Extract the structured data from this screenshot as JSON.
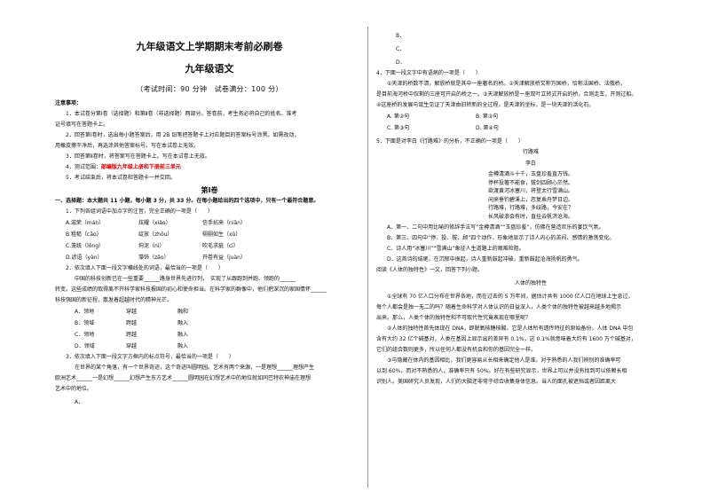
{
  "header": {
    "title": "九年级语文上学期期末考前必刷卷",
    "subtitle": "九年级语文",
    "info": "（考试时间：90 分钟　试卷满分：100 分）"
  },
  "notes": {
    "heading": "注意事项：",
    "n1a": "1．本试卷分第Ⅰ卷（选择题）和第Ⅱ卷（非选择题）两部分。答卷前，考生务必将自己的姓名、准考",
    "n1b": "证号填写在答题卡上。",
    "n2a": "2．回答第Ⅰ卷时，选出每小题答案后，用 2B 铅笔把答题卡上对应题目的答案标号涂黑。如需改动，",
    "n2b": "用橡皮擦干净后，再选涂其他答案标号。写在本试卷上无效。",
    "n3": "3．回答第Ⅱ卷时，将答案写在答题卡上。写在本试卷上无效。",
    "n4_prefix": "4．测试范围：",
    "n4_red": "部编版九年级上册和下册前三单元",
    "n5": "5．考试结束后，将本试卷和答题卡一并交回。"
  },
  "part1": {
    "label": "第Ⅰ卷",
    "instruction": "一、选择题：本大题共 11 小题，每小题 3 分，共 33 分。在每小题给出的四个选项中，只有一个最符合题意。"
  },
  "q1": {
    "stem": "1．下列各组词语中加点字的注音，完全正确的一项是（　　）",
    "options": [
      [
        "A.滋荣（mán）",
        "炫耀（xiǎo）",
        "信手拈来（niān）"
      ],
      [
        "B.粗糙（cāo）",
        "绽放（zhōu）",
        "栩栩如生（xǔ）"
      ],
      [
        "C.笼统（lǒng）",
        "拘泥（nì）",
        "吹毛求疵（cī）"
      ],
      [
        "D.谚语（yàn）",
        "藻饰（zǎo）",
        "开卷有益（juàn）"
      ]
    ]
  },
  "q2": {
    "stem": "2．依次填入下面一段文字横线处的词语，最恰当的一项是（　　）",
    "p1": "中国的科技创新已在一些重要______路身世界先进行列，　实现了从跟跑到并跑、领跑的______",
    "p2": "转变。这些成绩的取得离不开科学家科技报国的初心和使命担当。在科学家的群像中，他们把深沉的家国情怀______",
    "p3": "科技强国的新征程，散发着超越时代的精神光芒。",
    "options": [
      [
        "A．领地",
        "穿越",
        "融和"
      ],
      [
        "B．领域",
        "跨越",
        "融入"
      ],
      [
        "C．领地",
        "跨越",
        "融入"
      ],
      [
        "D．领域",
        "穿越",
        "融入"
      ]
    ]
  },
  "q3": {
    "stem": "3．依次填入下面一段文字方框内的标点符号，最恰当的一项是（　　）",
    "p1": "在世界的某个角落，有一个世界奇迹，这个奇迹叫圆明园。艺术有两个来源，一是理想______理想产生",
    "p2": "欧洲艺术______一是幻想______幻想产生东方艺术______圆明园在幻想艺术中的地位就如同巴特农神庙在理想",
    "p3": "艺术中的地位。",
    "a": "A．",
    "b": "B．",
    "c": "C．",
    "d": "D．"
  },
  "q4": {
    "stem": "4．下面一段文字中有语病的一项是（　　）",
    "p1": "①天津的桥数不清，解放桥就是其中一座著名的桥。②天津解放桥又称万国桥，恰称法国桥、法俄桥，",
    "p2": "是目前海河桥中仅剩的三座可开启的桥之一。③天津解放桥是一座双叶立转式开启的桥，合则走车，开则过船。",
    "p3": "④这座桥的发展与诞生见证了天津由旧转新的全过程，是天津的坐标，是一块天津的活化石。",
    "options": [
      [
        "A. 第②句",
        "B. 第②句"
      ],
      [
        "C. 第③句",
        "D. 第④句"
      ]
    ]
  },
  "q5": {
    "stem": "5．下面是对李白《行路难》的分析，不正确的一项是（　　）",
    "poem_title": "行路难",
    "poem_author": "李白",
    "lines": [
      "金樽清酒斗十千，玉盘珍羞直万钱。",
      "停杯投箸不能食，拔剑四顾心茫然。",
      "欲渡黄河冰塞川，将登太行雪满山。",
      "闲来垂钓碧溪上，忽复乘舟梦日边。",
      "行路难，行路难，多歧路，今安在？",
      "长风破浪会有时，直挂云帆济沧海。"
    ],
    "options": [
      "A．第一、二句中用比喻的修辞手法写“金樽清酒”“玉盘珍羞”，仿佛在营造欢乐的宴饮气氛。",
      "B．第三、四句中“停、投、拔、顾”四个动作，形象地显示了诗人内心的苦闷、感情的激荡变化。",
      "C．诗人用“冰塞川”“雪满山”象征人生道路上的艰难险阻。",
      "D．这首诗的结尾，在沉郁中振起，诗人重新鼓起冲破，重新鼓起沧海扬帆的勇气。"
    ]
  },
  "reading": {
    "intro": "阅读《人体的独特性》一文，回答下列小题。",
    "title": "人体的独特性",
    "p1a": "①全球有 70 亿人口分布在世界各地，而在过去的 5 万年间，据估计共有 1000 亿人口在地球上生息过，",
    "p1b": "每个人都会是独一无二的吗？随着生命科学对人体认识的日益深入，人类个体的独特性被越来越多地揭示",
    "p1c": "出来。那么，人类个体的独特性和不可取代性究竟表现在哪里呢？",
    "p2a": "②人体的独特性首先体现在 DNA，即脱氧核糖核酸。它是人体所有遗传特征的原始备份，人体 DNA 中包",
    "p2b": "含有大约 32 亿个碱基对，人类在基因上显示出的差异有 0.1%，这 0.1%就意味着大约有 1600 万个碱基对，",
    "p2c": "它们的组合数则更多，所以任何人都没有机会和你的基因完全一样。",
    "p3a": "③与隐藏在体内的基因相比，我们更容易从长相来确定他人是谁。对于熟悉的人我们辨别的准确率可",
    "p3b": "以到 60%，而对不熟悉的人，准确率只有 50%。好在有些研究显示，世界上可以并没有找到可以依赖长相",
    "p3c": "识别人。美国研究人员发现，人们的大脑还非常于综合收集身体信息。当人的面孔被遮挡或者因距离大"
  }
}
